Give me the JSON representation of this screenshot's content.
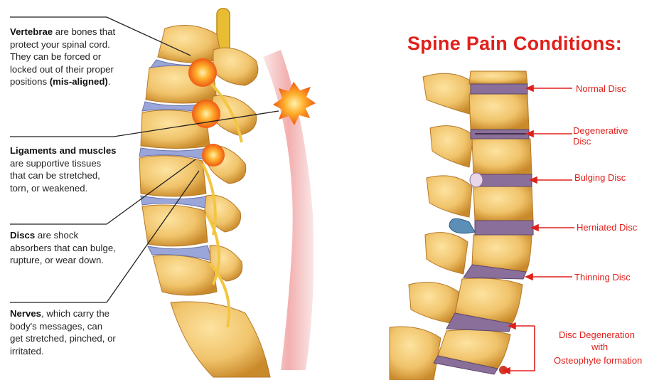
{
  "left_panel": {
    "vertebrae": {
      "term": "Vertebrae",
      "text": " are bones that protect your spinal cord. They can be forced or locked out of their proper positions ",
      "bold_tail": "(mis-aligned)",
      "tail": "."
    },
    "ligaments": {
      "term": "Ligaments and muscles",
      "text": " are supportive tissues that can be stretched, torn, or weakened."
    },
    "discs": {
      "term": "Discs",
      "text": " are shock absorbers that can bulge, rupture, or wear down."
    },
    "nerves": {
      "term": "Nerves",
      "text": ", which carry the body's messages, can get stretched, pinched, or irritated."
    }
  },
  "right_panel": {
    "title": "Spine Pain Conditions:",
    "labels": {
      "normal": "Normal Disc",
      "degenerative_1": "Degenerative",
      "degenerative_2": "Disc",
      "bulging": "Bulging Disc",
      "herniated": "Herniated Disc",
      "thinning": "Thinning Disc",
      "osteo_1": "Disc Degeneration",
      "osteo_2": "with",
      "osteo_3": "Osteophyte formation"
    }
  },
  "colors": {
    "accent_red": "#e0201b",
    "bone": "#f0c36a",
    "bone_dark": "#c98a2b",
    "disc": "#8a6f9a",
    "nerve": "#f3c640"
  }
}
